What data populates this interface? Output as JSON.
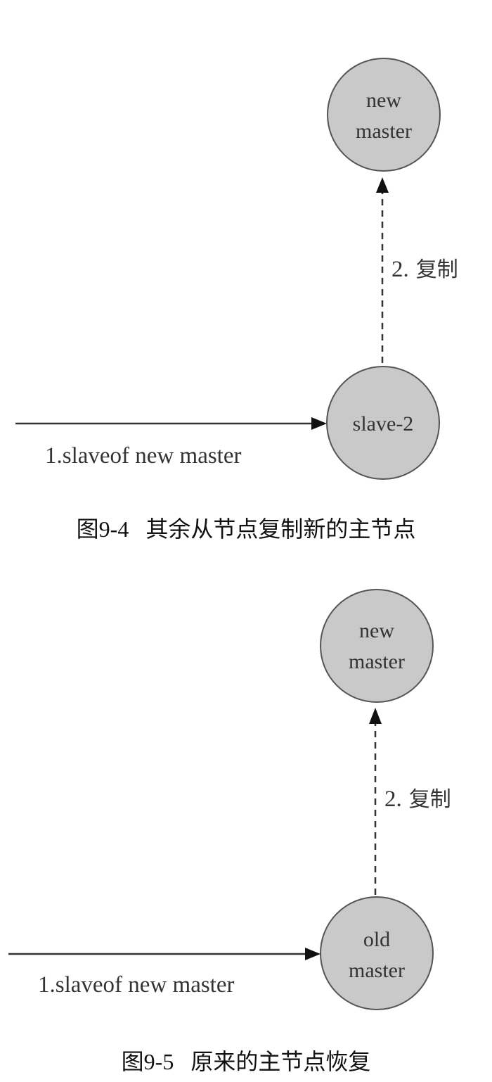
{
  "figures": [
    {
      "caption": "图9-4   其余从节点复制新的主节点",
      "top_node": {
        "lines": [
          "new",
          "master"
        ]
      },
      "bottom_node": {
        "lines": [
          "slave-2"
        ]
      },
      "replicate_label": {
        "number": "2.",
        "text": "复制"
      },
      "slaveof_label": "1.slaveof new master"
    },
    {
      "caption": "图9-5   原来的主节点恢复",
      "top_node": {
        "lines": [
          "new",
          "master"
        ]
      },
      "bottom_node": {
        "lines": [
          "old",
          "master"
        ]
      },
      "replicate_label": {
        "number": "2.",
        "text": "复制"
      },
      "slaveof_label": "1.slaveof new master"
    }
  ],
  "colors": {
    "node_fill": "#c9c9c9",
    "node_stroke": "#555555",
    "text": "#333333"
  }
}
